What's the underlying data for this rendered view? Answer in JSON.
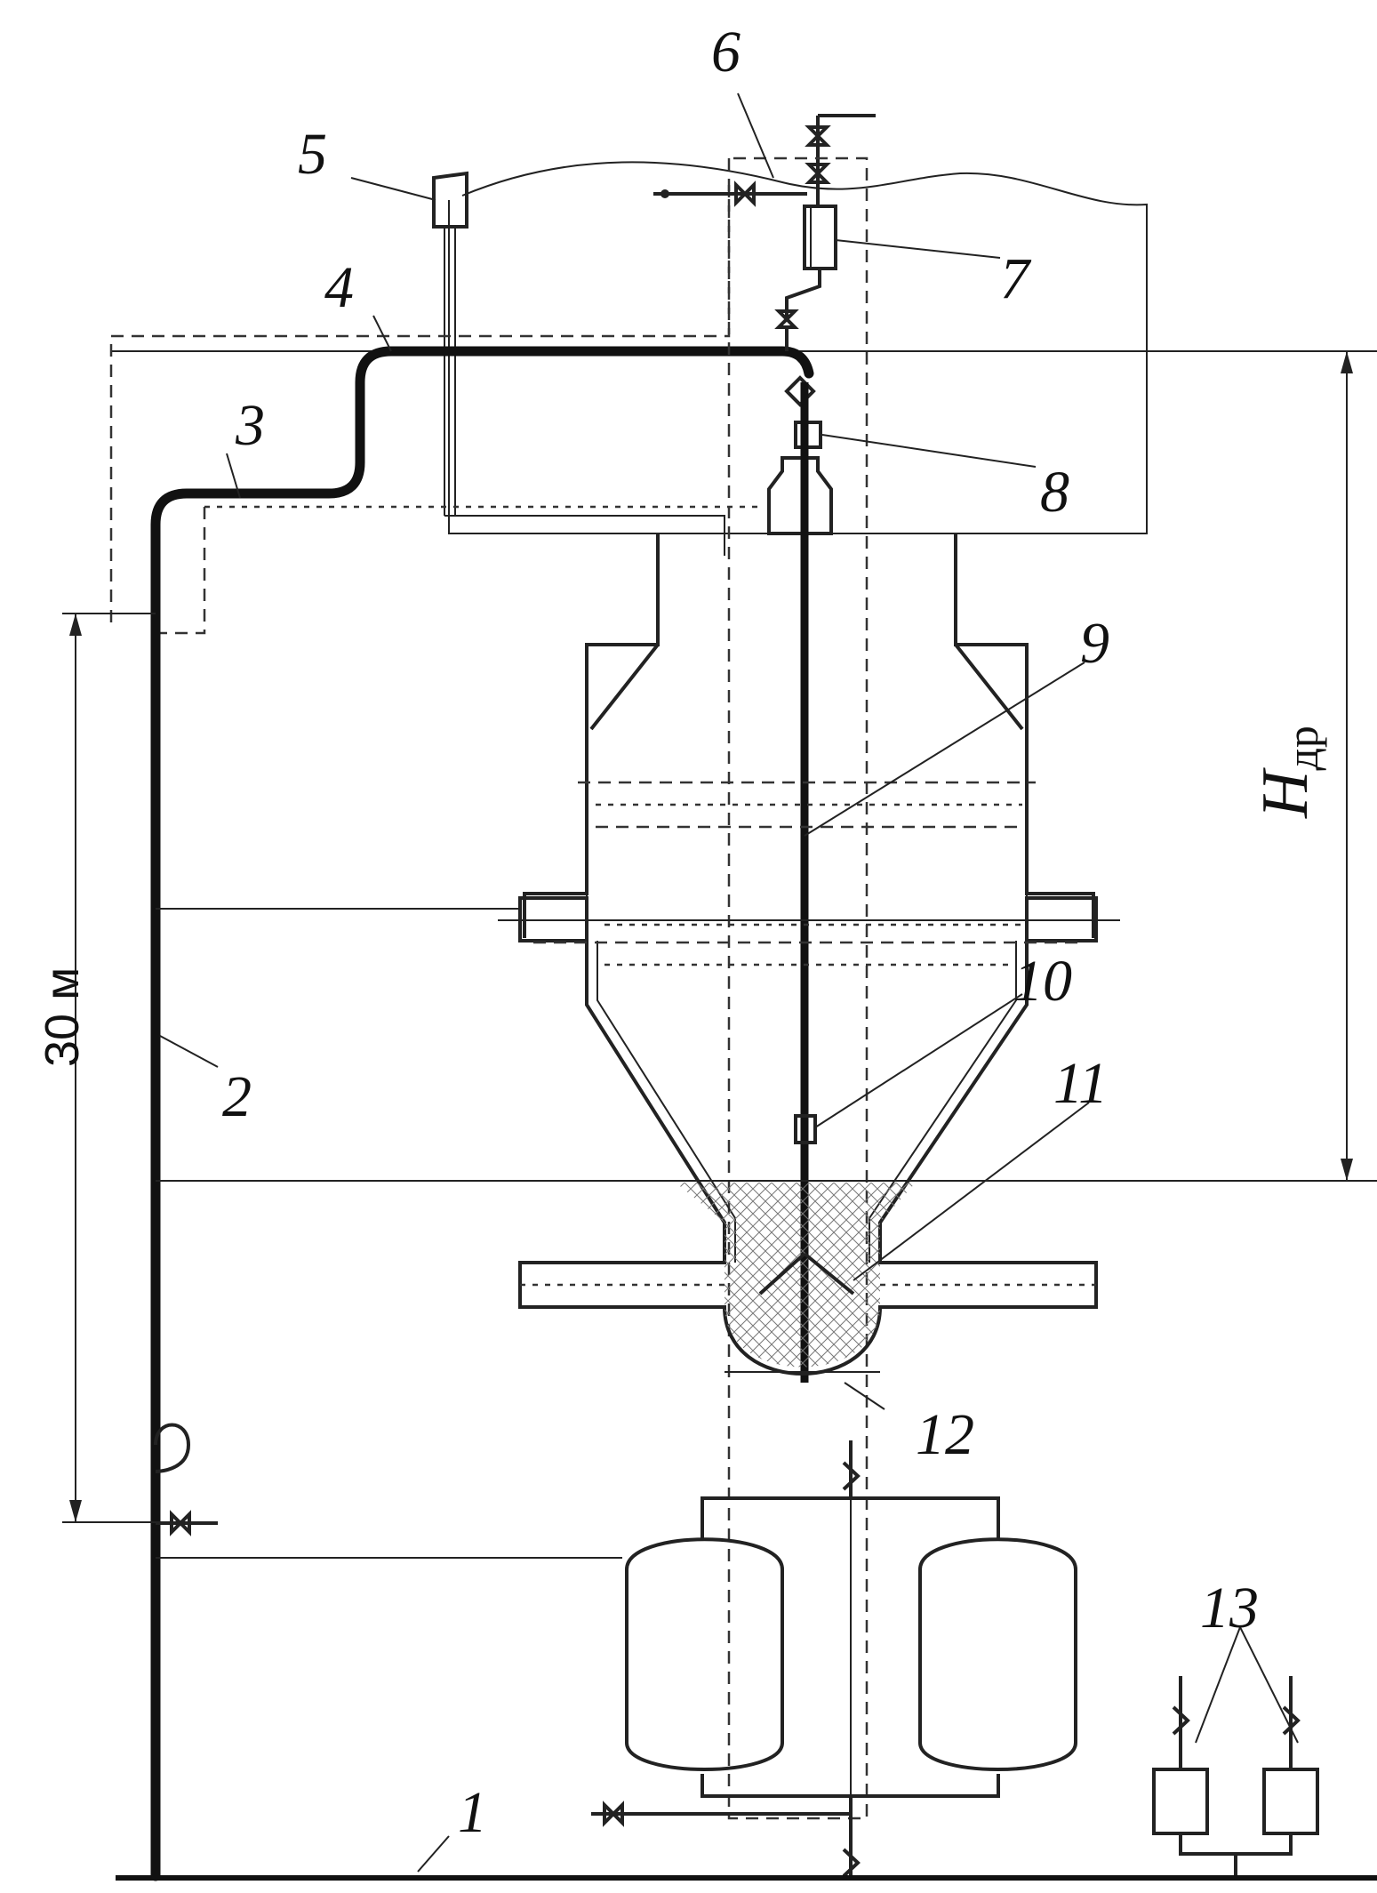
{
  "callouts": [
    {
      "id": "1",
      "text": "1"
    },
    {
      "id": "2",
      "text": "2"
    },
    {
      "id": "3",
      "text": "3"
    },
    {
      "id": "4",
      "text": "4"
    },
    {
      "id": "5",
      "text": "5"
    },
    {
      "id": "6",
      "text": "6"
    },
    {
      "id": "7",
      "text": "7"
    },
    {
      "id": "8",
      "text": "8"
    },
    {
      "id": "9",
      "text": "9"
    },
    {
      "id": "10",
      "text": "10"
    },
    {
      "id": "11",
      "text": "11"
    },
    {
      "id": "12",
      "text": "12"
    },
    {
      "id": "13",
      "text": "13"
    }
  ],
  "dimensions": {
    "height_label": "30 м",
    "hdr_main": "H",
    "hdr_sub": "др"
  }
}
